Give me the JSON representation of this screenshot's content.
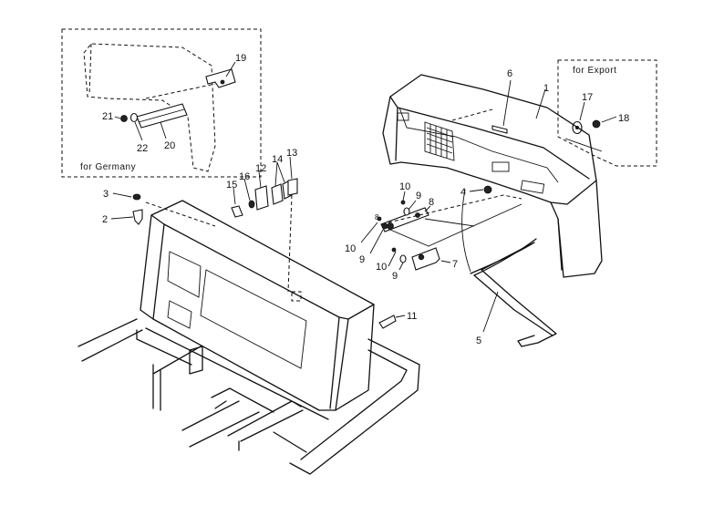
{
  "callouts": [
    {
      "id": "c1",
      "text": "1"
    },
    {
      "id": "c2",
      "text": "2"
    },
    {
      "id": "c3",
      "text": "3"
    },
    {
      "id": "c4",
      "text": "4"
    },
    {
      "id": "c5",
      "text": "5"
    },
    {
      "id": "c6",
      "text": "6"
    },
    {
      "id": "c7",
      "text": "7"
    },
    {
      "id": "c8",
      "text": "8"
    },
    {
      "id": "c8b",
      "text": "8"
    },
    {
      "id": "c9a",
      "text": "9"
    },
    {
      "id": "c9b",
      "text": "9"
    },
    {
      "id": "c9c",
      "text": "9"
    },
    {
      "id": "c10a",
      "text": "10"
    },
    {
      "id": "c10b",
      "text": "10"
    },
    {
      "id": "c10c",
      "text": "10"
    },
    {
      "id": "c11",
      "text": "11"
    },
    {
      "id": "c12",
      "text": "12"
    },
    {
      "id": "c13",
      "text": "13"
    },
    {
      "id": "c14",
      "text": "14"
    },
    {
      "id": "c15",
      "text": "15"
    },
    {
      "id": "c16",
      "text": "16"
    },
    {
      "id": "c17",
      "text": "17"
    },
    {
      "id": "c18",
      "text": "18"
    },
    {
      "id": "c19",
      "text": "19"
    },
    {
      "id": "c20",
      "text": "20"
    },
    {
      "id": "c21",
      "text": "21"
    },
    {
      "id": "c22",
      "text": "22"
    }
  ],
  "notes": {
    "germany": "for Germany",
    "export": "for Export"
  }
}
